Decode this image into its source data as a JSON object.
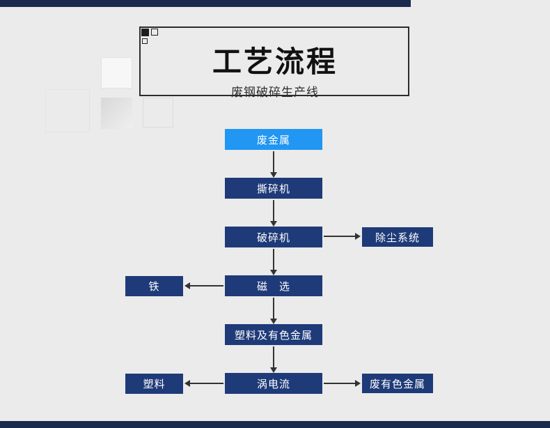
{
  "header": {
    "title": "工艺流程",
    "subtitle": "废钢破碎生产线"
  },
  "flowchart": {
    "nodes": {
      "waste_metal": {
        "label": "废金属"
      },
      "shredder": {
        "label": "撕碎机"
      },
      "crusher": {
        "label": "破碎机"
      },
      "dust_system": {
        "label": "除尘系统"
      },
      "magnetic_separation": {
        "label": "磁　选"
      },
      "iron": {
        "label": "铁"
      },
      "plastic_and_nonferrous": {
        "label": "塑料及有色金属"
      },
      "eddy_current": {
        "label": "涡电流"
      },
      "plastic": {
        "label": "塑料"
      },
      "waste_nonferrous": {
        "label": "废有色金属"
      }
    }
  },
  "colors": {
    "background": "#ebebeb",
    "bar_navy": "#1b2b4e",
    "node_dark_blue": "#1e3a78",
    "node_start_blue": "#2196f3",
    "arrow": "#333333",
    "frame_border": "#2b2b2b"
  }
}
